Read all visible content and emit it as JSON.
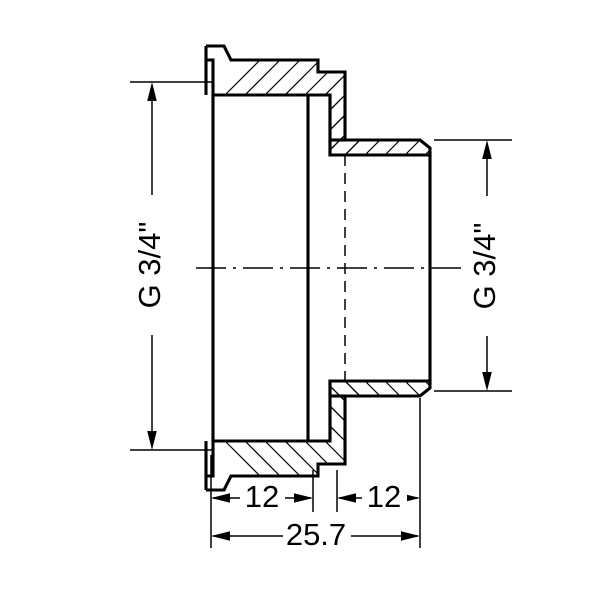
{
  "drawing": {
    "type": "engineering-cross-section",
    "description": "Sectional technical drawing of a threaded pipe adapter / reducing nipple with two G 3/4\" threaded ends",
    "background_color": "#ffffff",
    "line_color": "#000000",
    "units": "mm",
    "dimensions": {
      "left_thread": {
        "label": "G 3/4\"",
        "orientation": "vertical",
        "side": "left"
      },
      "right_thread": {
        "label": "G 3/4\"",
        "orientation": "vertical",
        "side": "right"
      },
      "length_left": {
        "label": "12",
        "orientation": "horizontal"
      },
      "length_right": {
        "label": "12",
        "orientation": "horizontal"
      },
      "length_total": {
        "label": "25.7",
        "orientation": "horizontal"
      }
    }
  },
  "chart_data": {
    "type": "table",
    "title": "",
    "categories": [
      "G 3/4\" (left)",
      "G 3/4\" (right)",
      "12",
      "12",
      "25.7"
    ],
    "values": [
      null,
      null,
      12,
      12,
      25.7
    ]
  }
}
